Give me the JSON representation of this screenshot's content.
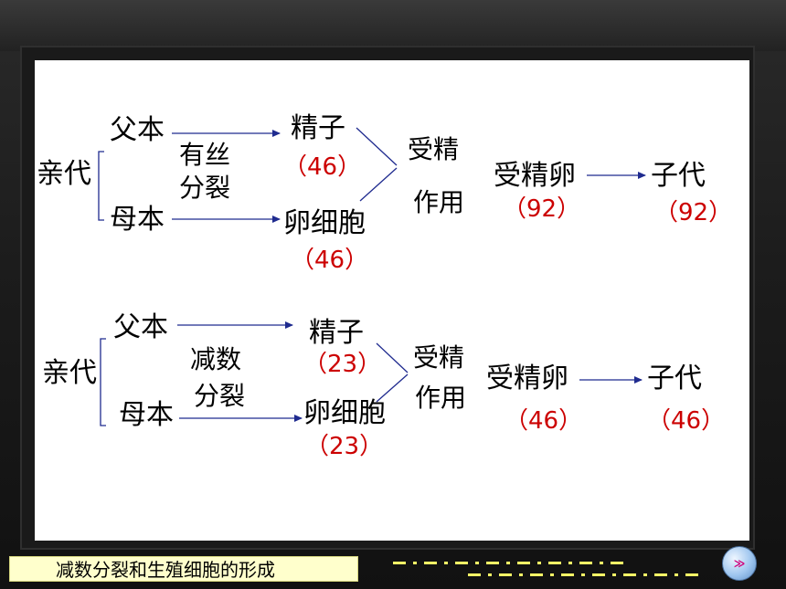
{
  "diagram": {
    "top": {
      "root": "亲代",
      "father": "父本",
      "mother": "母本",
      "division_line1": "有丝",
      "division_line2": "分裂",
      "sperm": "精子",
      "sperm_count": "（46）",
      "egg": "卵细胞",
      "egg_count": "（46）",
      "fert_line1": "受精",
      "fert_line2": "作用",
      "zygote": "受精卵",
      "zygote_count": "（92）",
      "offspring": "子代",
      "offspring_count": "（92）"
    },
    "bottom": {
      "root": "亲代",
      "father": "父本",
      "mother": "母本",
      "division_line1": "减数",
      "division_line2": "分裂",
      "sperm": "精子",
      "sperm_count": "（23）",
      "egg": "卵细胞",
      "egg_count": "（23）",
      "fert_line1": "受精",
      "fert_line2": "作用",
      "zygote": "受精卵",
      "zygote_count": "（46）",
      "offspring": "子代",
      "offspring_count": "（46）"
    }
  },
  "footer": {
    "label": "减数分裂和生殖细胞的形成",
    "nav_button": "≫"
  },
  "colors": {
    "arrow": "#1f2b8f",
    "count_text": "#cc0000",
    "footer_bg": "#ffffcc",
    "deco": "#ffff66"
  }
}
